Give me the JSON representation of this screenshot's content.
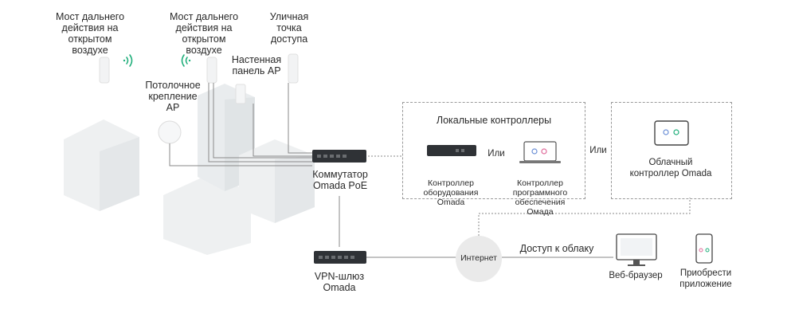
{
  "labels": {
    "bridge1": "Мост дальнего\nдействия на\nоткрытом\nвоздухе",
    "bridge2": "Мост дальнего\nдействия на\nоткрытом\nвоздухе",
    "outdoor_ap": "Уличная\nточка\nдоступа",
    "wall_ap": "Настенная\nпанель AP",
    "ceiling_ap": "Потолочное\nкрепление\nAP",
    "poe_switch": "Коммутатор\nOmada PoE",
    "local_controllers": "Локальные контроллеры",
    "or1": "Или",
    "or2": "Или",
    "hw_controller": "Контроллер\nоборудования\nOmada",
    "sw_controller": "Контроллер\nпрограммного\nобеспечения\nОмада",
    "cloud_controller": "Облачный\nконтроллер Omada",
    "internet": "Интернет",
    "cloud_access": "Доступ к облаку",
    "vpn_gateway": "VPN-шлюз\nOmada",
    "web_browser": "Веб-браузер",
    "app": "Приобрести\nприложение"
  },
  "colors": {
    "accent_green": "#1fae7a",
    "line": "#8a8a8a",
    "dashed": "#9a9a9a",
    "device_dark": "#2f3236",
    "building": "#eef0f1"
  },
  "icons": [
    "wifi-signal-icon",
    "router-icon",
    "laptop-icon",
    "tablet-icon",
    "smartphone-icon",
    "monitor-icon"
  ]
}
